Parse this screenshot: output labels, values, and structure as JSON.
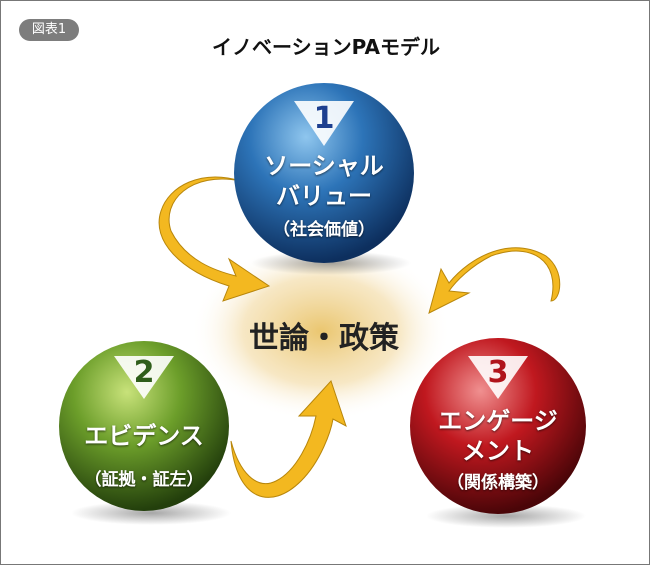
{
  "badge": "図表1",
  "title": "イノベーションPAモデル",
  "center": "世論・政策",
  "spheres": [
    {
      "num": "1",
      "line1": "ソーシャル",
      "line2": "バリュー",
      "sub": "（社会価値）",
      "color": "#1f5f9e",
      "num_color": "#1d3f8f"
    },
    {
      "num": "2",
      "line1": "エビデンス",
      "sub": "（証拠・証左）",
      "color": "#5a8c22",
      "num_color": "#2f5e1a"
    },
    {
      "num": "3",
      "line1": "エンゲージ",
      "line2": "メント",
      "sub": "（関係構築）",
      "color": "#b0141c",
      "num_color": "#b0141c"
    }
  ]
}
